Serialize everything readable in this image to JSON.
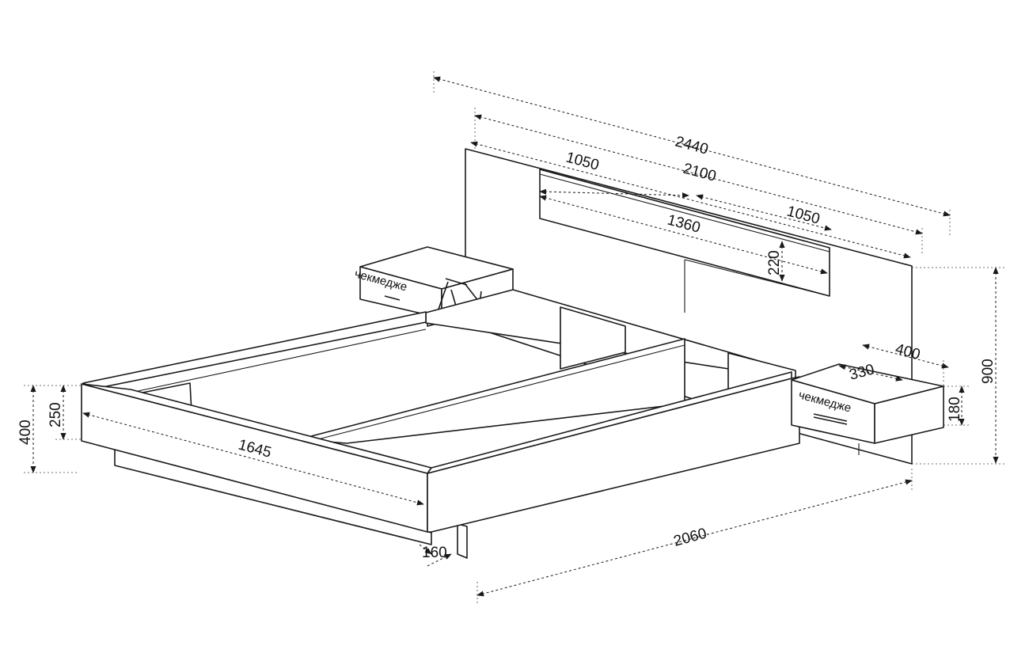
{
  "dimensions": {
    "headboard_total_width": "2440",
    "bed_frame_width": "2100",
    "panel_left_half": "1050",
    "panel_right_half": "1050",
    "panel_inner_width": "1360",
    "panel_height": "220",
    "headboard_height": "900",
    "nightstand_width": "400",
    "nightstand_depth": "330",
    "nightstand_height": "180",
    "bed_length": "2060",
    "bed_inner_width": "1645",
    "frame_total_height": "400",
    "frame_side_height": "250",
    "plinth_height": "160"
  },
  "labels": {
    "nightstand_left": "чекмедже",
    "nightstand_right": "чекмедже"
  }
}
